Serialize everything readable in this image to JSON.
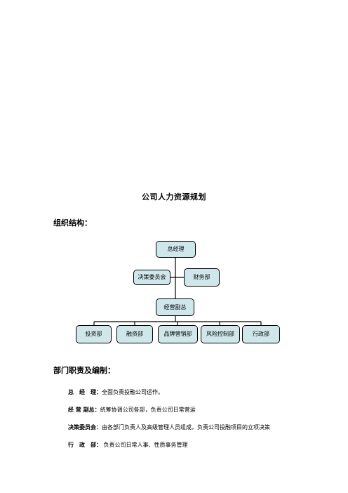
{
  "document": {
    "title": "公司人力资源规划",
    "org_heading": "组织结构：",
    "dept_heading": "部门职责及编制："
  },
  "org_chart": {
    "ceo": "总经理",
    "committee": "决策委员会",
    "finance": "财务部",
    "vp": "经营副总",
    "departments": [
      "投资部",
      "融资部",
      "品牌营销部",
      "风险控制部",
      "行政部"
    ]
  },
  "duties": [
    {
      "role": "总　经　理：",
      "text": "全面负责投融公司运作。"
    },
    {
      "role": "经 营 副总：",
      "text": "统筹协调公司各部，负责公司日常营运"
    },
    {
      "role": "决策委员会：",
      "text": "由各部门负责人及高级管理人员组成，负责公司投融项目的立项决策"
    },
    {
      "role": "行　政　部：",
      "text": " 负责公司日常人事、性质事务管理"
    }
  ],
  "colors": {
    "box_fill": "#cfe7ea",
    "box_border": "#000000"
  }
}
